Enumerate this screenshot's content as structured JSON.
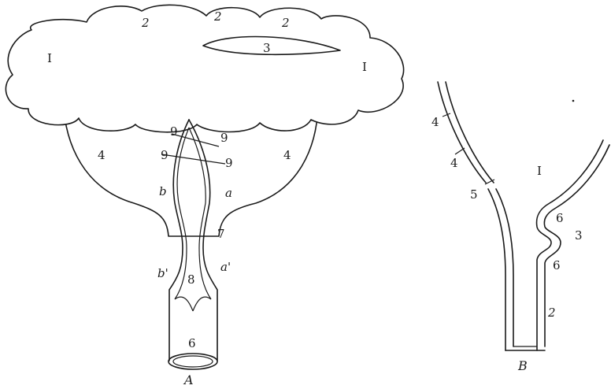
{
  "figure_a": {
    "caption": "A",
    "labels": {
      "l1_left": "I",
      "l1_right": "I",
      "l2_a": "2",
      "l2_b": "2",
      "l2_c": "2",
      "l3": "3",
      "l4_left": "4",
      "l4_right": "4",
      "l9_top_left": "9",
      "l9_top_right": "9",
      "l9_mid_left": "9",
      "l9_mid_right": "9",
      "lb": "b",
      "la": "a",
      "l7": "7",
      "lb_prime": "b'",
      "la_prime": "a'",
      "l8": "8",
      "l6": "6"
    }
  },
  "figure_b": {
    "caption": "B",
    "labels": {
      "l4_top": "4",
      "l4_lower": "4",
      "l5": "5",
      "l1": "I",
      "l6_upper": "6",
      "l3": "3",
      "l6_lower": "6",
      "l2": "2"
    }
  },
  "colors": {
    "ink": "#1a1a1a",
    "paper": "#ffffff"
  }
}
